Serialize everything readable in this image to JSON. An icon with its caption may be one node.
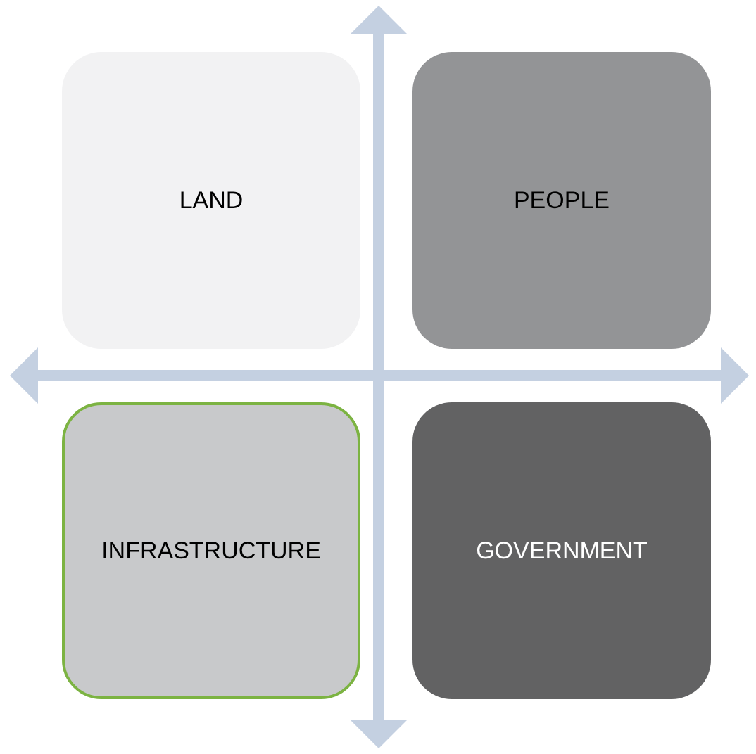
{
  "diagram": {
    "nodes": [
      {
        "text": [
          "LAND"
        ]
      },
      {
        "text": [
          "PEOPLE"
        ]
      },
      {
        "text": [
          "INFRASTRUCTURE"
        ]
      },
      {
        "text": [
          "GOVERNMENT"
        ]
      }
    ]
  }
}
